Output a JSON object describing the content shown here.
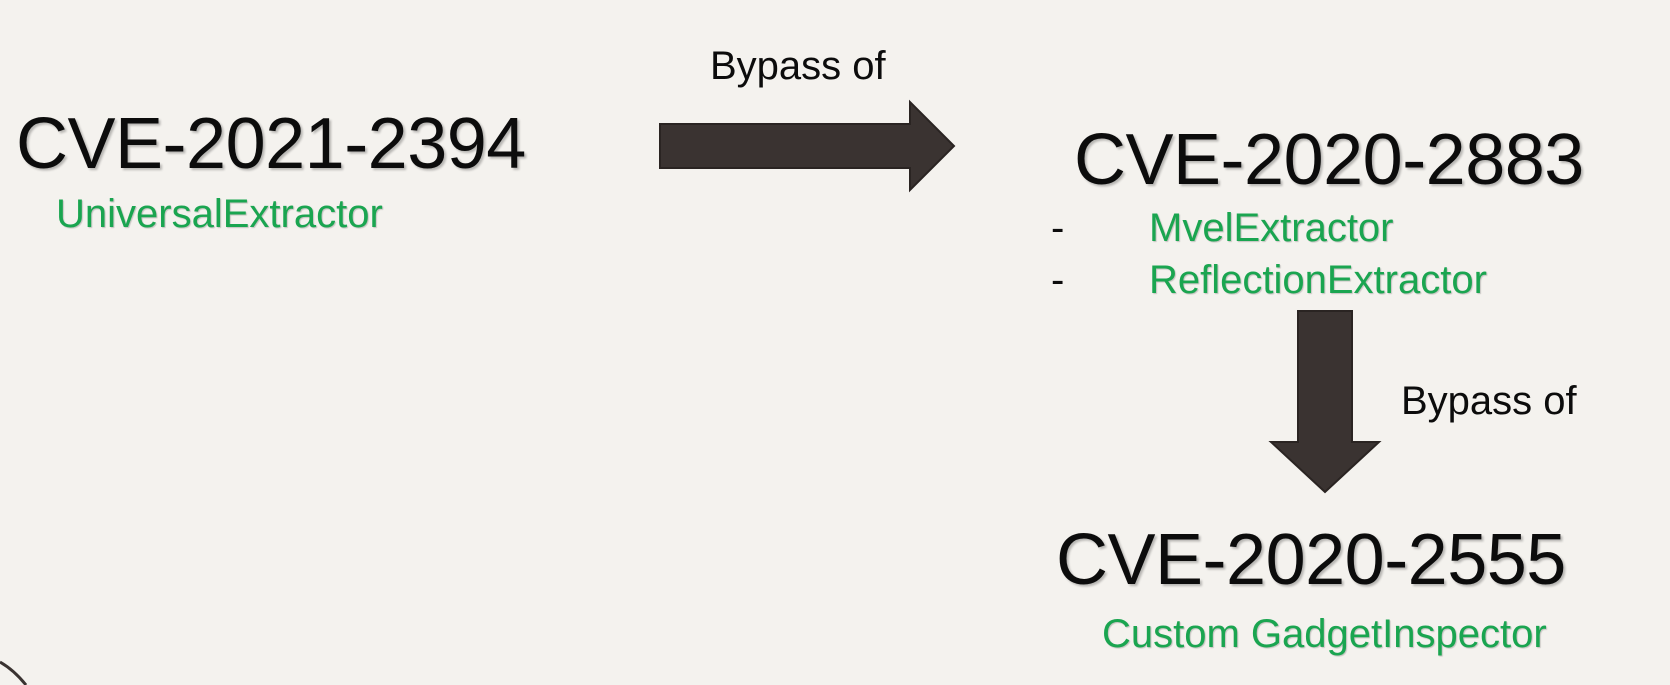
{
  "colors": {
    "background": "#f4f2ee",
    "text": "#0c0c0c",
    "accent_green": "#1aa550",
    "arrow_fill": "#3a3331"
  },
  "nodes": {
    "cve_2021_2394": {
      "title": "CVE-2021-2394",
      "items": [
        "UniversalExtractor"
      ]
    },
    "cve_2020_2883": {
      "title": "CVE-2020-2883",
      "bullet": "-",
      "items": [
        "MvelExtractor",
        "ReflectionExtractor"
      ]
    },
    "cve_2020_2555": {
      "title": "CVE-2020-2555",
      "items": [
        "Custom GadgetInspector"
      ]
    }
  },
  "edges": [
    {
      "from": "CVE-2021-2394",
      "to": "CVE-2020-2883",
      "label": "Bypass of",
      "direction": "right"
    },
    {
      "from": "CVE-2020-2883",
      "to": "CVE-2020-2555",
      "label": "Bypass of",
      "direction": "down"
    }
  ]
}
